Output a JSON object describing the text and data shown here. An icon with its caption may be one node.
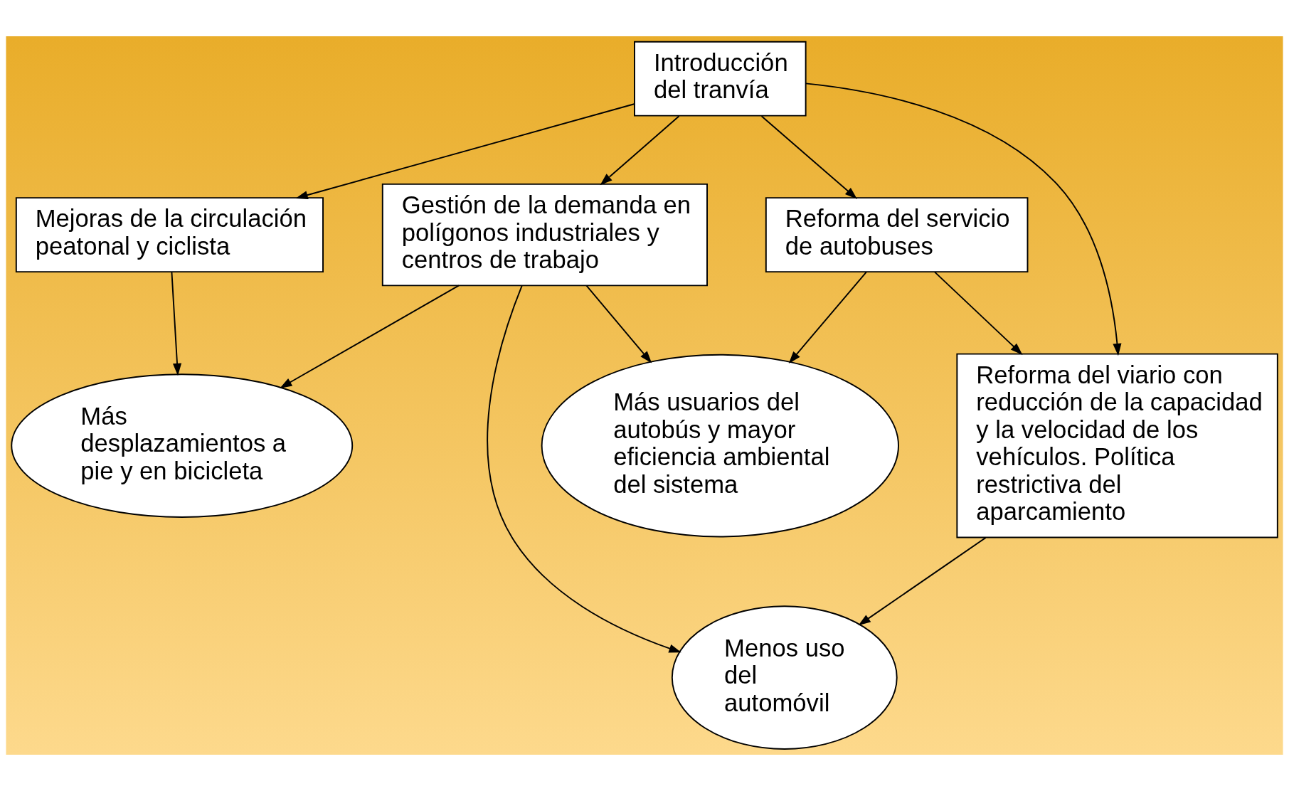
{
  "diagram": {
    "nodes": [
      {
        "text": [
          "Introducción del tranvía"
        ]
      },
      {
        "text": [
          "Gestión de la demanda en polígonos industriales y centros de trabajo"
        ]
      },
      {
        "text": [
          "Más usuarios del autobús y mayor eficiencia ambiental del sistema"
        ]
      },
      {
        "text": [
          "Reforma del servicio de autobuses"
        ]
      },
      {
        "text": [
          "Reforma del viario con reducción de la capacidad  y la velocidad de los vehículos. Política restrictiva del aparcamiento"
        ]
      },
      {
        "text": [
          "Mejoras de la circulación peatonal y ciclista"
        ]
      },
      {
        "text": [
          "Más desplazamientos a pie y en bicicleta"
        ]
      },
      {
        "text": [
          "Menos uso del automóvil"
        ]
      }
    ],
    "edges": [
      {
        "from": 0,
        "to": 1,
        "arrow": "to"
      },
      {
        "from": 0,
        "to": 3,
        "arrow": "to"
      },
      {
        "from": 0,
        "to": 4,
        "arrow": "to"
      },
      {
        "from": 0,
        "to": 5,
        "arrow": "to"
      },
      {
        "from": 3,
        "to": 4,
        "arrow": "to"
      },
      {
        "from": 3,
        "to": 2,
        "arrow": "to"
      },
      {
        "from": 1,
        "to": 2,
        "arrow": "to"
      },
      {
        "from": 1,
        "to": 6,
        "arrow": "to"
      },
      {
        "from": 1,
        "to": 7,
        "arrow": "to"
      },
      {
        "from": 5,
        "to": 6,
        "arrow": "to"
      },
      {
        "from": 4,
        "to": 7,
        "arrow": "to"
      }
    ]
  }
}
